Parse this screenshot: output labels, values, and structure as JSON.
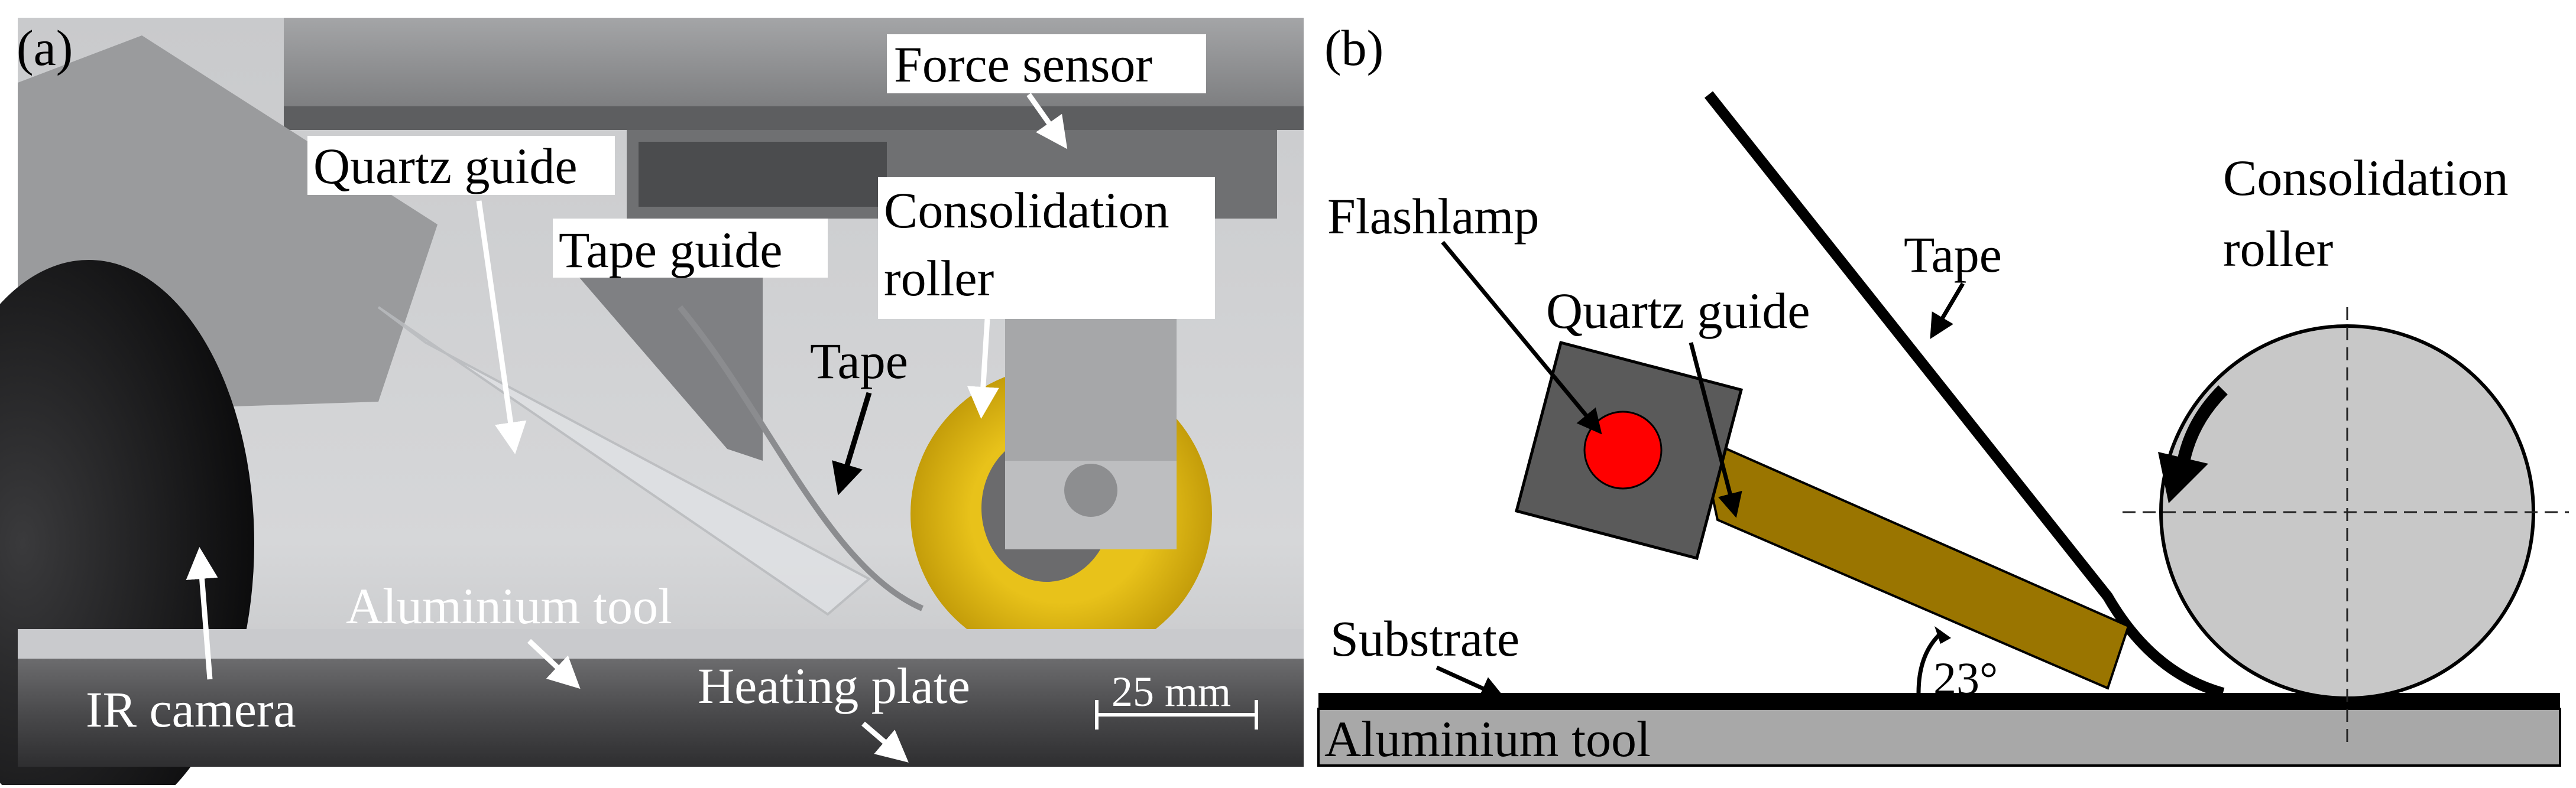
{
  "panel_a": {
    "panel_label": "(a)",
    "labels": {
      "force_sensor": "Force sensor",
      "quartz_guide": "Quartz guide",
      "consolidation_roller_line1": "Consolidation",
      "consolidation_roller_line2": "roller",
      "tape_guide": "Tape guide",
      "tape": "Tape",
      "aluminium_tool": "Aluminium tool",
      "ir_camera": "IR camera",
      "heating_plate": "Heating plate",
      "scale_bar": "25 mm"
    }
  },
  "panel_b": {
    "panel_label": "(b)",
    "labels": {
      "flashlamp": "Flashlamp",
      "tape": "Tape",
      "quartz_guide": "Quartz guide",
      "consolidation_roller_line1": "Consolidation",
      "consolidation_roller_line2": "roller",
      "substrate": "Substrate",
      "angle": "23°",
      "aluminium_tool": "Aluminium tool"
    },
    "colors": {
      "flashlamp_housing": "#5a5a5a",
      "flashlamp_bulb": "#ff0000",
      "quartz_guide": "#9a7500",
      "roller": "#c8c8c8",
      "aluminium_tool": "#a8a8a8",
      "substrate": "#000000"
    }
  }
}
